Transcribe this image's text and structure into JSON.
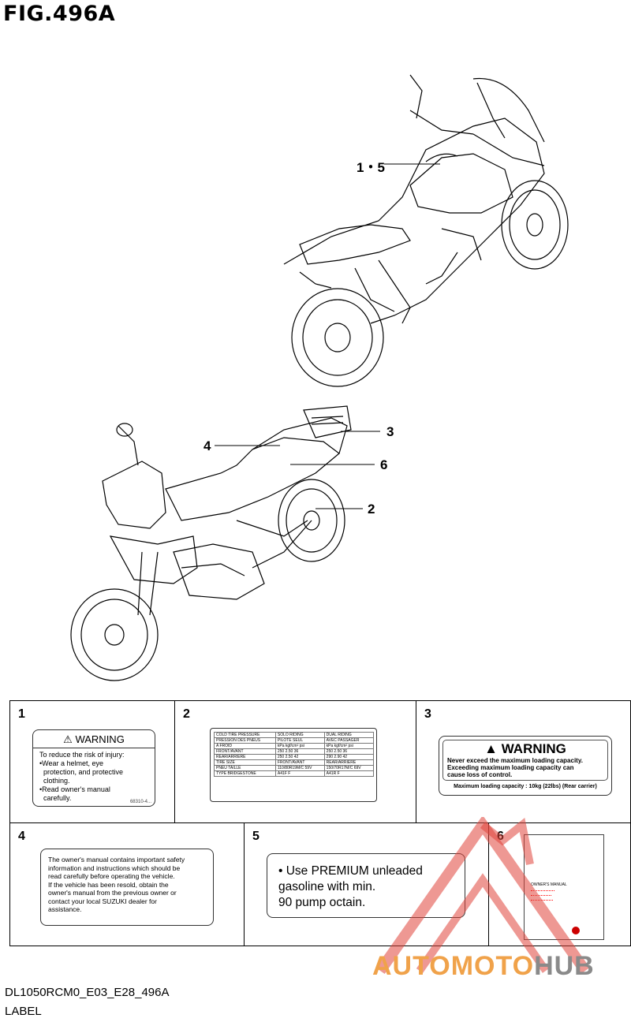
{
  "figure": {
    "title": "FIG.496A"
  },
  "callouts": {
    "c15": "1・5",
    "c4": "4",
    "c3": "3",
    "c6": "6",
    "c2": "2"
  },
  "parts": [
    {
      "number": "1",
      "heading": "WARNING",
      "lines": [
        "To reduce the risk of injury:",
        "•Wear a helmet, eye",
        "  protection, and protective",
        "  clothing.",
        "•Read owner's manual",
        "  carefully."
      ],
      "code": "68310-4..."
    },
    {
      "number": "2",
      "table": [
        [
          "COLD TIRE PRESSURE",
          "SOLO RIDING",
          "DUAL RIDING"
        ],
        [
          "PRESSION DES PNEUS",
          "PILOTE SEUL",
          "AVEC PASSAGER"
        ],
        [
          "A FROID",
          "kPa  kgf/cm²  psi",
          "kPa  kgf/cm²  psi"
        ],
        [
          "FRONT/AVANT",
          "250  2.50  36",
          "250  2.50  36"
        ],
        [
          "REAR/ARRIERE",
          "250  2.50  42",
          "290  2.90  42"
        ],
        [
          "TIRE SIZE",
          "FRONT/AVANT",
          "REAR/ARRIERE"
        ],
        [
          "PNEU TAILLE",
          "110/80R19M/C 59V",
          "150/70R17M/C 69V"
        ],
        [
          "TYPE",
          "BRIDGESTONE",
          "A41F F",
          "A41R F"
        ]
      ]
    },
    {
      "number": "3",
      "heading": "WARNING",
      "lines": [
        "Never exceed the maximum loading capacity.",
        "Exceeding maximum loading capacity can",
        "cause loss of control."
      ],
      "footer": "Maximum loading capacity : 10kg (22lbs) (Rear carrier)"
    },
    {
      "number": "4",
      "lines": [
        "The owner's manual contains important safety",
        "information and instructions which should be",
        "read carefully before operating the vehicle.",
        "If the vehicle has been resold, obtain the",
        "owner's manual from the previous owner or",
        "contact your local SUZUKI dealer for",
        "assistance."
      ]
    },
    {
      "number": "5",
      "lines": [
        "• Use  PREMIUM unleaded",
        "gasoline  with  min.",
        "90  pump  octain."
      ]
    },
    {
      "number": "6",
      "label": "OWNER'S MANUAL"
    }
  ],
  "footer": {
    "model_code": "DL1050RCM0_E03_E28_496A",
    "category": "LABEL"
  },
  "watermark": {
    "text_part1": "AUTOMOTO",
    "text_part2": "HUB",
    "color_red": "#e0433a",
    "color_orange": "#f0a24a",
    "color_gray": "#8a8a8a"
  }
}
